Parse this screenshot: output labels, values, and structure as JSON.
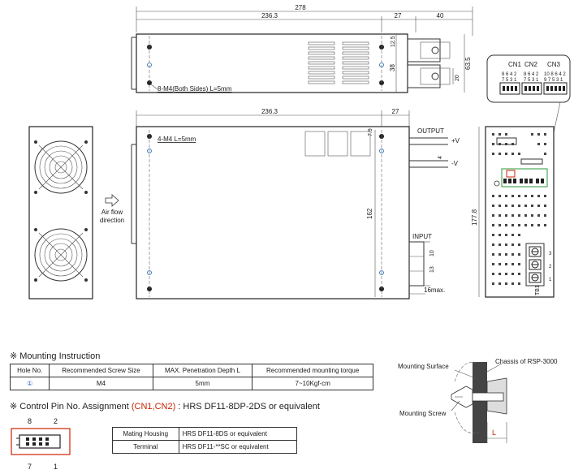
{
  "dims": {
    "top_overall": "278",
    "top_body": "236.3",
    "top_27": "27",
    "top_40": "40",
    "top_125": "12.5",
    "top_38": "38",
    "top_63_5": "63.5",
    "top_20": "20",
    "front_236_3": "236.3",
    "front_27": "27",
    "front_7_9": "7.9",
    "front_162": "162",
    "front_4": "4",
    "front_10": "10",
    "front_13": "13",
    "front_16max": "16max.",
    "side_177_8": "177.8"
  },
  "labels": {
    "screws_top": "8-M4(Both Sides) L=5mm",
    "screws_front": "4-M4 L=5mm",
    "output": "OUTPUT",
    "plus_v": "+V",
    "minus_v": "-V",
    "input": "INPUT",
    "airflow_1": "Air flow",
    "airflow_2": "direction",
    "cn1": "CN1",
    "cn2": "CN2",
    "cn3": "CN3",
    "cn1_top": "8 6 4 2",
    "cn1_bot": "7 5 3 1",
    "cn2_top": "8 6 4 2",
    "cn2_bot": "7 5 3 1",
    "cn3_top": "10 8 6 4 2",
    "cn3_bot": "9 7 5 3 1",
    "tb1": "TB1",
    "tb_1": "1",
    "tb_2": "2",
    "tb_3": "3",
    "mounting_surface": "Mounting Surface",
    "chassis": "Chassis of RSP-3000",
    "mounting_screw": "Mounting Screw",
    "l_mark": "L",
    "hole_marker": "1"
  },
  "mounting": {
    "title": "※ Mounting Instruction",
    "headers": [
      "Hole No.",
      "Recommended Screw Size",
      "MAX. Penetration Depth L",
      "Recommended mounting torque"
    ],
    "row": [
      "①",
      "M4",
      "5mm",
      "7~10Kgf-cm"
    ]
  },
  "control_pin": {
    "title_a": "※ Control Pin No. Assignment ",
    "title_red": "(CN1,CN2)",
    "title_b": " : HRS DF11-8DP-2DS or equivalent",
    "pin_8": "8",
    "pin_2": "2",
    "pin_7": "7",
    "pin_1": "1",
    "table": [
      [
        "Mating Housing",
        "HRS DF11-8DS or equivalent"
      ],
      [
        "Terminal",
        "HRS DF11-**SC or equivalent"
      ]
    ]
  }
}
